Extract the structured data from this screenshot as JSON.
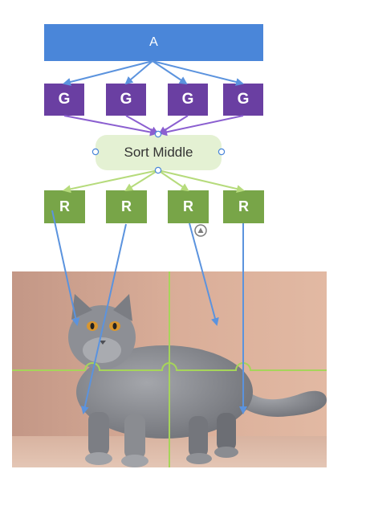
{
  "diagram": {
    "top_label": "A",
    "g_nodes": [
      {
        "label": "G"
      },
      {
        "label": "G"
      },
      {
        "label": "G"
      },
      {
        "label": "G"
      }
    ],
    "sort_label": "Sort Middle",
    "r_nodes": [
      {
        "label": "R"
      },
      {
        "label": "R"
      },
      {
        "label": "R"
      },
      {
        "label": "R"
      }
    ]
  },
  "colors": {
    "a_fill": "#4a86d9",
    "g_fill": "#6a3fa2",
    "r_fill": "#78a548",
    "sort_fill": "#e4f1d3",
    "arrow_blue": "#5b93de",
    "arrow_purple": "#8b5fd0",
    "arrow_green": "#b6db7c",
    "grid_line": "#a6d45a"
  },
  "photo": {
    "subject": "cat-photo"
  }
}
